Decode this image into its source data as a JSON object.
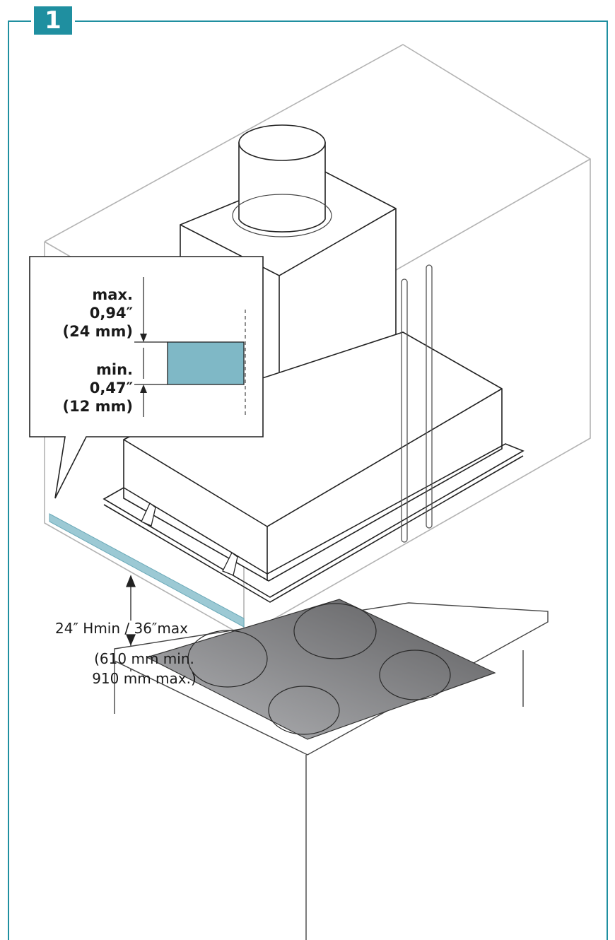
{
  "step_number": "1",
  "colors": {
    "frame": "#1f8fa0",
    "gap_fill": "#7fb8c6",
    "cooktop_dark": "#5c5c5e",
    "cooktop_light": "#b4b5b8"
  },
  "callout": {
    "max_line1": "max.",
    "max_line2": "0,94″",
    "max_line3": "(24 mm)",
    "min_line1": "min.",
    "min_line2": "0,47″",
    "min_line3": "(12 mm)"
  },
  "height": {
    "imperial": "24″ Hmin / 36″max",
    "metric_line1": "(610 mm min.",
    "metric_line2": "910 mm max.)"
  }
}
